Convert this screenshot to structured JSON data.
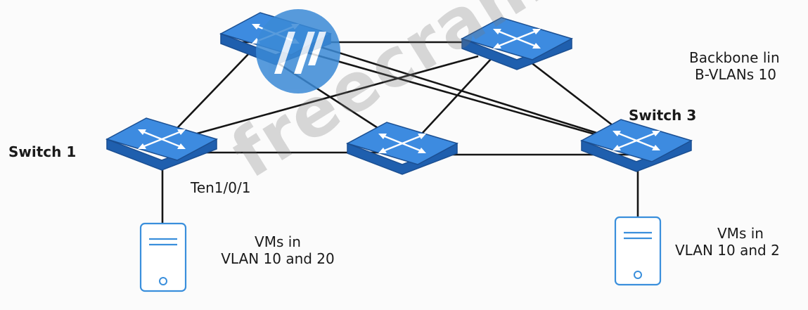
{
  "colors": {
    "switch_top": "#3d8be0",
    "switch_side": "#1f5fae",
    "switch_stroke": "#1b4f92",
    "cable": "#151515",
    "server_stroke": "#3a8fdc",
    "logo": "#3b8ad6",
    "watermark": "#8a8a8a"
  },
  "nodes": {
    "switch1": {
      "label": "Switch 1"
    },
    "switch3": {
      "label": "Switch 3"
    },
    "port": "Ten1/0/1"
  },
  "notes": {
    "backbone_line1": "Backbone lin",
    "backbone_line2": "B-VLANs 10"
  },
  "servers": {
    "left": {
      "line1": "VMs in",
      "line2": "VLAN 10 and 20"
    },
    "right": {
      "line1": "VMs in",
      "line2": "VLAN 10 and 2"
    }
  },
  "watermark": {
    "text": "freecram.net"
  },
  "icons": {
    "switch": "switch-icon",
    "server": "server-icon",
    "logo": "hp-logo-icon"
  }
}
